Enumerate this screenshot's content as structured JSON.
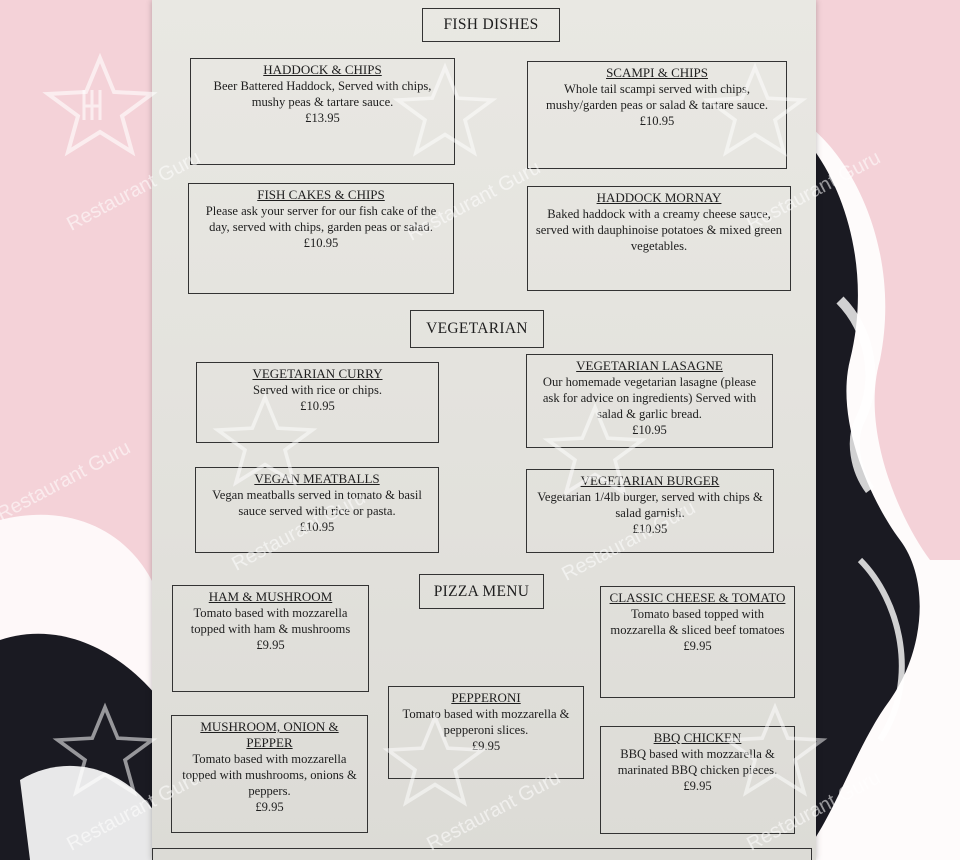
{
  "sections": {
    "fish": "FISH DISHES",
    "vegetarian": "VEGETARIAN",
    "pizza": "PIZZA MENU"
  },
  "items": {
    "haddock_chips": {
      "name": "HADDOCK & CHIPS",
      "desc": "Beer Battered Haddock, Served with chips, mushy peas & tartare sauce.",
      "price": "£13.95"
    },
    "scampi_chips": {
      "name": "SCAMPI & CHIPS",
      "desc": "Whole tail scampi served with chips, mushy/garden peas or salad & tartare sauce.",
      "price": "£10.95"
    },
    "fish_cakes": {
      "name": "FISH CAKES & CHIPS",
      "desc": "Please ask your server for our fish cake of the day, served with chips, garden peas or salad.",
      "price": "£10.95"
    },
    "haddock_mornay": {
      "name": "HADDOCK MORNAY",
      "desc": "Baked haddock with a creamy cheese sauce, served with dauphinoise potatoes & mixed green vegetables.",
      "price": ""
    },
    "veg_curry": {
      "name": "VEGETARIAN CURRY",
      "desc": "Served with rice or chips.",
      "price": "£10.95"
    },
    "veg_lasagne": {
      "name": "VEGETARIAN LASAGNE",
      "desc": "Our homemade vegetarian lasagne (please ask for advice on ingredients) Served with salad & garlic bread.",
      "price": "£10.95"
    },
    "vegan_meatballs": {
      "name": "VEGAN MEATBALLS",
      "desc": "Vegan meatballs served in tomato & basil sauce served with rice or pasta.",
      "price": "£10.95"
    },
    "veg_burger": {
      "name": "VEGETARIAN BURGER",
      "desc": "Vegetarian 1/4lb burger, served with chips & salad garnish.",
      "price": "£10.95"
    },
    "ham_mushroom": {
      "name": "HAM & MUSHROOM",
      "desc": "Tomato based with mozzarella topped with ham & mushrooms",
      "price": "£9.95"
    },
    "classic_cheese": {
      "name": "CLASSIC CHEESE & TOMATO",
      "desc": "Tomato based topped with mozzarella & sliced beef tomatoes",
      "price": "£9.95"
    },
    "pepperoni": {
      "name": "PEPPERONI",
      "desc": "Tomato based with mozzarella & pepperoni slices.",
      "price": "£9.95"
    },
    "mushroom_onion": {
      "name": "MUSHROOM, ONION & PEPPER",
      "desc": "Tomato based with mozzarella topped with mushrooms, onions & peppers.",
      "price": "£9.95"
    },
    "bbq_chicken": {
      "name": "BBQ CHICKEN",
      "desc": "BBQ based with mozzarella & marinated BBQ chicken pieces.",
      "price": "£9.95"
    }
  },
  "watermark": "Restaurant Guru",
  "colors": {
    "background": "#f4d2d8",
    "paper": "#e6e5e0",
    "ink": "#1e1e1e",
    "swirl": "#1a1a22"
  }
}
